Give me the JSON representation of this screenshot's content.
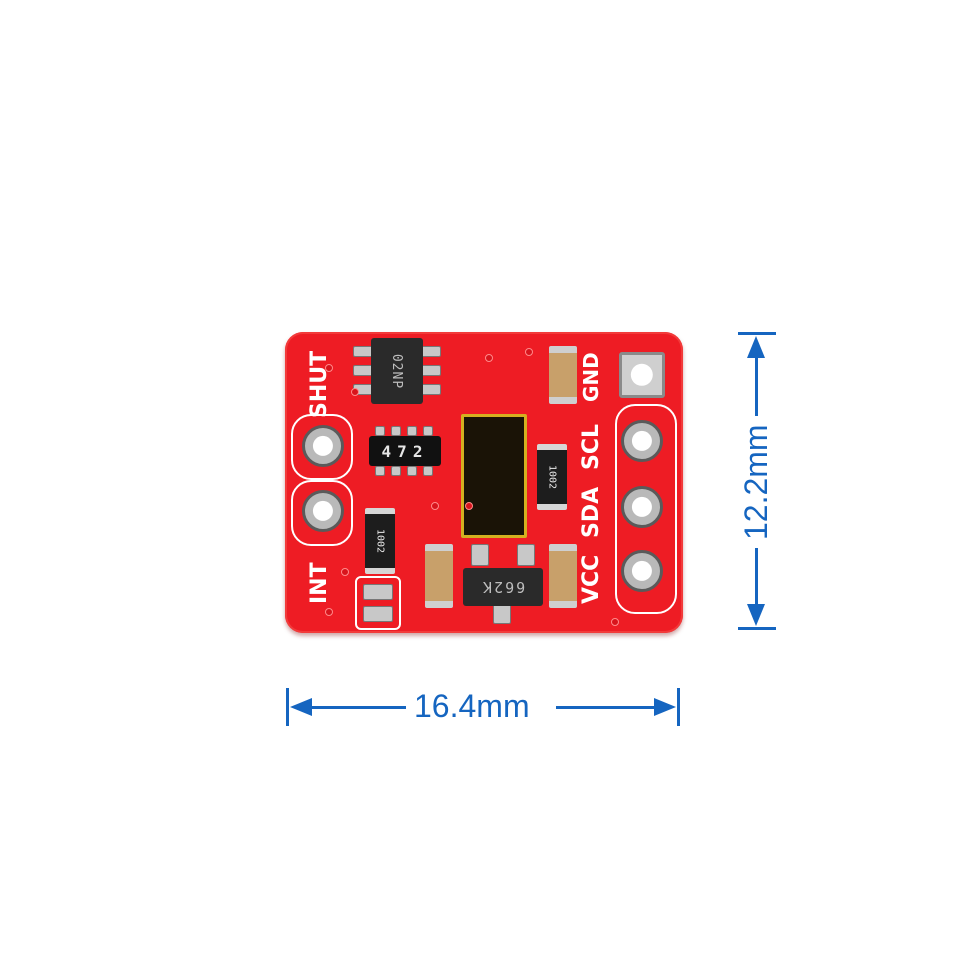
{
  "image": {
    "subject": "Red sensor breakout PCB module with dimension annotations",
    "background_color": "#ffffff",
    "board_color": "#ee1c24",
    "dimension_color": "#1565c0"
  },
  "board": {
    "left_pins": [
      {
        "label": "SHUT"
      },
      {
        "label": "INT"
      }
    ],
    "right_pins": [
      {
        "label": "GND"
      },
      {
        "label": "SCL"
      },
      {
        "label": "SDA"
      },
      {
        "label": "VCC"
      }
    ],
    "component_markings": {
      "sot23_6_chip": "02NP",
      "resistor_array": "472",
      "resistor_right": "1002",
      "resistor_left": "1002",
      "sot23_chip": "662K"
    }
  },
  "dimensions": {
    "width_label": "16.4mm",
    "height_label": "12.2mm"
  }
}
